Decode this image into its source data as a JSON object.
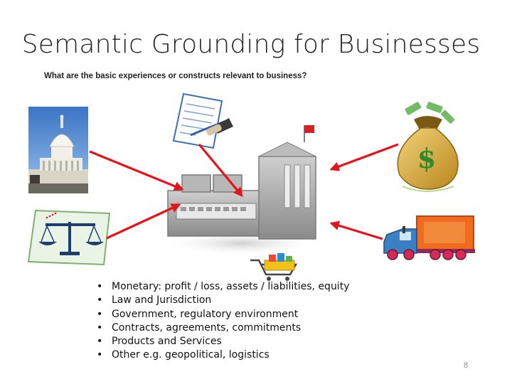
{
  "slide": {
    "title": "Semantic Grounding for Businesses",
    "subtitle": "What are the basic experiences or constructs relevant to business?",
    "bullet_glyph": "•",
    "bullets": [
      "Monetary: profit / loss, assets / liabilities, equity",
      "Law and Jurisdiction",
      "Government, regulatory environment",
      "Contracts, agreements, commitments",
      "Products and Services",
      "Other e.g. geopolitical, logistics"
    ],
    "page_number": "8"
  },
  "icons": {
    "capitol": "capitol-building-icon",
    "contract": "contract-signing-icon",
    "money": "money-bag-icon",
    "scales": "scales-of-justice-icon",
    "truck": "delivery-truck-icon",
    "cart": "shopping-cart-icon",
    "factory": "factory-building-icon"
  },
  "colors": {
    "arrow": "#e5141b",
    "money_bag": "#d4a93a",
    "factory": "#8e8e8e",
    "flag": "#d81f26"
  }
}
